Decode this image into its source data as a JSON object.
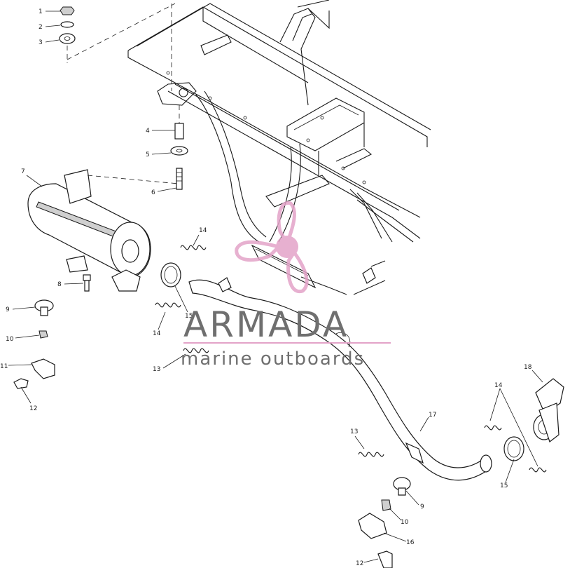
{
  "watermark": {
    "brand": "ARMADA",
    "tagline": "marine outboards",
    "accent_color": "#e3a3c8",
    "logo_icon": "propeller-icon"
  },
  "callouts": [
    {
      "id": "c1",
      "label": "1"
    },
    {
      "id": "c2",
      "label": "2"
    },
    {
      "id": "c3",
      "label": "3"
    },
    {
      "id": "c4",
      "label": "4"
    },
    {
      "id": "c5",
      "label": "5"
    },
    {
      "id": "c6",
      "label": "6"
    },
    {
      "id": "c7",
      "label": "7"
    },
    {
      "id": "c8",
      "label": "8"
    },
    {
      "id": "c9a",
      "label": "9"
    },
    {
      "id": "c9b",
      "label": "9"
    },
    {
      "id": "c10a",
      "label": "10"
    },
    {
      "id": "c10b",
      "label": "10"
    },
    {
      "id": "c11",
      "label": "11"
    },
    {
      "id": "c12a",
      "label": "12"
    },
    {
      "id": "c12b",
      "label": "12"
    },
    {
      "id": "c13a",
      "label": "13"
    },
    {
      "id": "c13b",
      "label": "13"
    },
    {
      "id": "c14a",
      "label": "14"
    },
    {
      "id": "c14b",
      "label": "14"
    },
    {
      "id": "c14c",
      "label": "14"
    },
    {
      "id": "c15a",
      "label": "15"
    },
    {
      "id": "c15b",
      "label": "15"
    },
    {
      "id": "c16",
      "label": "16"
    },
    {
      "id": "c17",
      "label": "17"
    },
    {
      "id": "c18",
      "label": "18"
    }
  ]
}
